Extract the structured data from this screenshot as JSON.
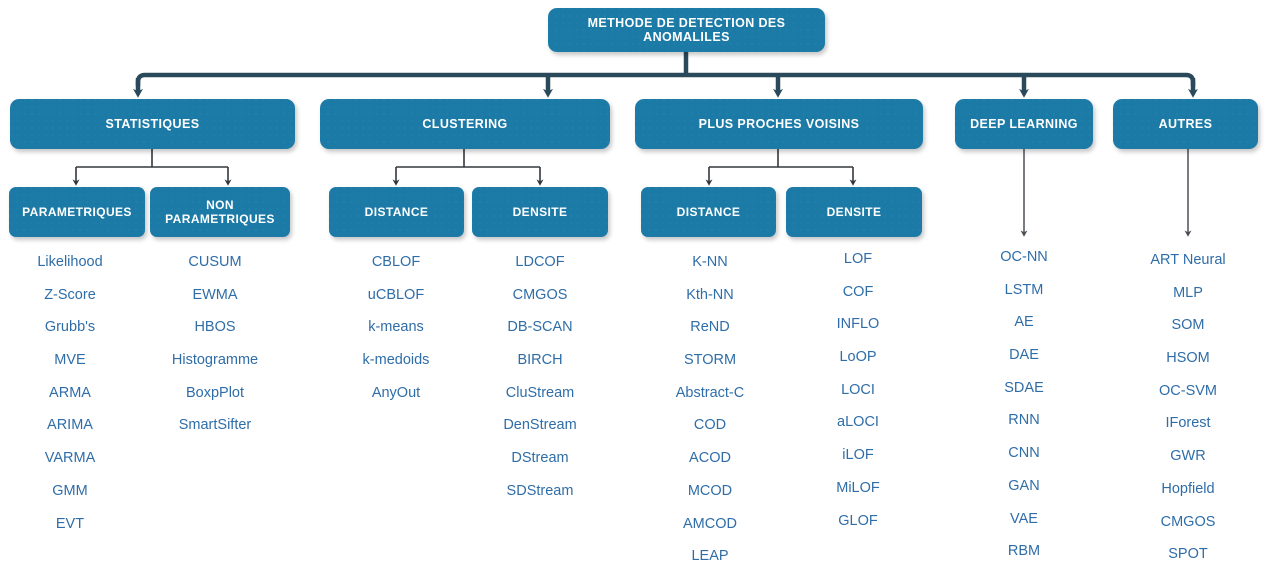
{
  "colors": {
    "box_fill": "#1b7aa6",
    "box_text": "#ffffff",
    "connector": "#2a4a5c",
    "thin_connector": "#33383d",
    "leaf_text": "#2f6da8",
    "background": "#ffffff"
  },
  "root": {
    "label": "METHODE DE DETECTION DES ANOMALILES"
  },
  "branches": [
    {
      "id": "statistiques",
      "label": "STATISTIQUES",
      "children": [
        {
          "id": "parametriques",
          "label": "PARAMETRIQUES",
          "items": [
            "Likelihood",
            "Z-Score",
            "Grubb's",
            "MVE",
            "ARMA",
            "ARIMA",
            "VARMA",
            "GMM",
            "EVT"
          ]
        },
        {
          "id": "non-parametriques",
          "label": "NON PARAMETRIQUES",
          "items": [
            "CUSUM",
            "EWMA",
            "HBOS",
            "Histogramme",
            "BoxpPlot",
            "SmartSifter"
          ]
        }
      ]
    },
    {
      "id": "clustering",
      "label": "CLUSTERING",
      "children": [
        {
          "id": "clustering-distance",
          "label": "DISTANCE",
          "items": [
            "CBLOF",
            "uCBLOF",
            "k-means",
            "k-medoids",
            "AnyOut"
          ]
        },
        {
          "id": "clustering-densite",
          "label": "DENSITE",
          "items": [
            "LDCOF",
            "CMGOS",
            "DB-SCAN",
            "BIRCH",
            "CluStream",
            "DenStream",
            "DStream",
            "SDStream"
          ]
        }
      ]
    },
    {
      "id": "plus-proches-voisins",
      "label": "PLUS PROCHES VOISINS",
      "children": [
        {
          "id": "ppv-distance",
          "label": "DISTANCE",
          "items": [
            "K-NN",
            "Kth-NN",
            "ReND",
            "STORM",
            "Abstract-C",
            "COD",
            "ACOD",
            "MCOD",
            "AMCOD",
            "LEAP"
          ]
        },
        {
          "id": "ppv-densite",
          "label": "DENSITE",
          "items": [
            "LOF",
            "COF",
            "INFLO",
            "LoOP",
            "LOCI",
            "aLOCI",
            "iLOF",
            "MiLOF",
            "GLOF"
          ]
        }
      ]
    },
    {
      "id": "deep-learning",
      "label": "DEEP LEARNING",
      "children": [
        {
          "id": "deep-learning-list",
          "label": "",
          "items": [
            "OC-NN",
            "LSTM",
            "AE",
            "DAE",
            "SDAE",
            "RNN",
            "CNN",
            "GAN",
            "VAE",
            "RBM"
          ]
        }
      ]
    },
    {
      "id": "autres",
      "label": "AUTRES",
      "children": [
        {
          "id": "autres-list",
          "label": "",
          "items": [
            "ART Neural",
            "MLP",
            "SOM",
            "HSOM",
            "OC-SVM",
            "IForest",
            "GWR",
            "Hopfield",
            "CMGOS",
            "SPOT"
          ]
        }
      ]
    }
  ]
}
